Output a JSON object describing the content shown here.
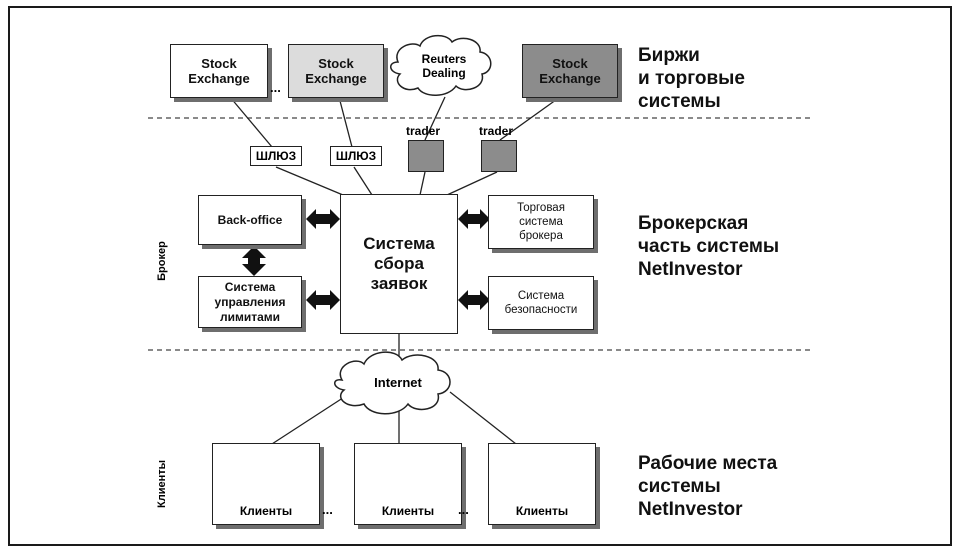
{
  "exchanges": {
    "stock1": "Stock Exchange",
    "stock2": "Stock Exchange",
    "reuters": "Reuters Dealing",
    "stock3": "Stock Exchange",
    "ellipsis": "..."
  },
  "gateways": {
    "g1": "ШЛЮЗ",
    "g2": "ШЛЮЗ"
  },
  "traders": {
    "t1": "trader",
    "t2": "trader"
  },
  "broker": {
    "back_office": "Back-office",
    "limits": "Система управления лимитами",
    "center": "Система сбора заявок",
    "trading": "Торговая система брокера",
    "security": "Система безопасности",
    "side_label": "Брокер"
  },
  "internet": "Internet",
  "clients": {
    "label": "Клиенты",
    "items": [
      "Клиенты",
      "Клиенты",
      "Клиенты"
    ],
    "ellipsis1": "...",
    "ellipsis2": "...",
    "side_label": "Клиенты"
  },
  "sections": {
    "top": [
      "Биржи",
      "и торговые",
      "системы"
    ],
    "middle": [
      "Брокерская",
      "часть системы",
      "NetInvestor"
    ],
    "bottom": [
      "Рабочие места",
      "системы",
      "NetInvestor"
    ]
  }
}
